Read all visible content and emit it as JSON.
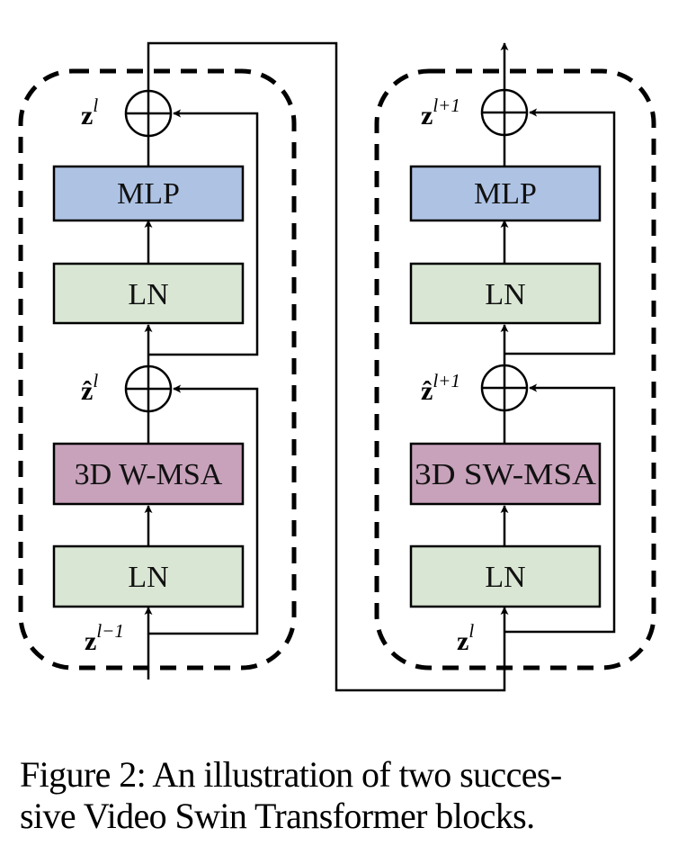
{
  "colors": {
    "mlp_fill": "#aec3e4",
    "ln_fill": "#d9e6d3",
    "msa_fill": "#c8a2bb",
    "stroke": "#000000"
  },
  "blocks": [
    {
      "name": "block-l",
      "modules": {
        "mlp": "MLP",
        "ln2": "LN",
        "msa": "3D W-MSA",
        "ln1": "LN"
      },
      "labels": {
        "output": {
          "base": "z",
          "sup": "l"
        },
        "mid": {
          "base": "ẑ",
          "sup": "l"
        },
        "input": {
          "base": "z",
          "sup": "l−1"
        }
      }
    },
    {
      "name": "block-l-plus-1",
      "modules": {
        "mlp": "MLP",
        "ln2": "LN",
        "msa": "3D SW-MSA",
        "ln1": "LN"
      },
      "labels": {
        "output": {
          "base": "z",
          "sup": "l+1"
        },
        "mid": {
          "base": "ẑ",
          "sup": "l+1"
        },
        "input": {
          "base": "z",
          "sup": "l"
        }
      }
    }
  ],
  "caption": {
    "line1": "Figure 2: An illustration of two succes-",
    "line2": "sive Video Swin Transformer blocks."
  }
}
